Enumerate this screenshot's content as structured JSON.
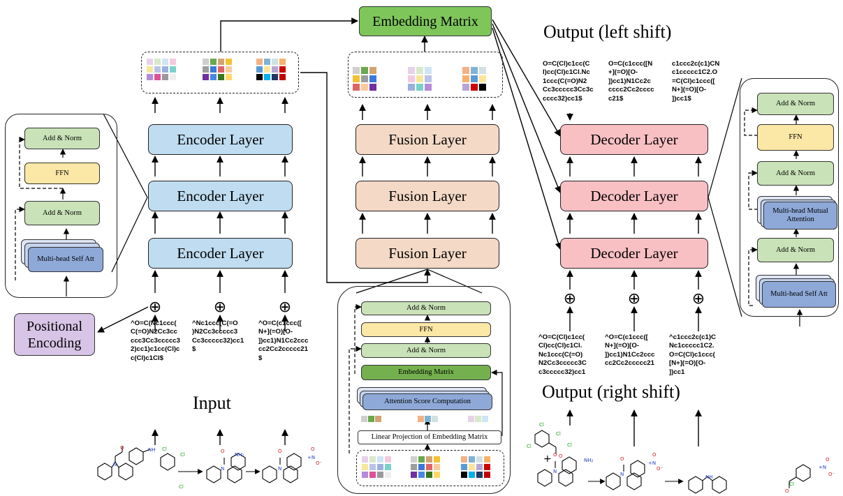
{
  "colors": {
    "encoder": "#bfdcf0",
    "fusion": "#f3d9c6",
    "decoder": "#f9c0c4",
    "add_norm": "#c9e2b8",
    "ffn": "#fbe7a6",
    "attention": "#8ea9d8",
    "embedding": "#7fc65a",
    "positional": "#d8c4e6"
  },
  "embedding_matrix": "Embedding Matrix",
  "labels": {
    "input": "Input",
    "output_left": "Output (left shift)",
    "output_right": "Output (right shift)",
    "positional": "Positional Encoding"
  },
  "encoder": {
    "layer_label": "Encoder Layer",
    "detail": {
      "add_norm_top": "Add & Norm",
      "ffn": "FFN",
      "add_norm_bottom": "Add & Norm",
      "attention": "Multi-head Self Att"
    }
  },
  "fusion": {
    "layer_label": "Fusion Layer",
    "detail": {
      "add_norm_top": "Add & Norm",
      "ffn": "FFN",
      "add_norm_mid": "Add & Norm",
      "embedding": "Embedding Matrix",
      "attention": "Attention Score Computation",
      "projection": "Linear Projection of Embedding Matrix"
    }
  },
  "decoder": {
    "layer_label": "Decoder Layer",
    "detail": {
      "add_norm_1": "Add & Norm",
      "ffn": "FFN",
      "add_norm_2": "Add & Norm",
      "mutual": "Multi-head Mutual Attention",
      "add_norm_3": "Add & Norm",
      "self_att": "Multi-head Self Att"
    }
  },
  "oplus": "⊕",
  "smiles": {
    "input": [
      "^O=C(Nc1ccc(\nC(=O)N2Cc3cc\nccc3Cc3ccccc3\n2)cc1)c1cc(Cl)c\nc(Cl)c1Cl$",
      "^Nc1ccc(C(=O\n)N2Cc3ccccc3\nCc3ccccc32)cc1\n$",
      "^O=C(c1ccc([\nN+](=O)[O-\n])cc1)N1Cc2ccc\ncc2Cc2ccccc21\n$"
    ],
    "output_left": [
      "O=C(Cl)c1cc(C\nl)cc(Cl)c1Cl.Nc\n1ccc(C(=O)N2\nCc3ccccc3Cc3c\ncccc32)cc1$",
      "O=C(c1ccc([N\n+](=O)[O-\n])cc1)N1Cc2c\ncccc2Cc2cccc\nc21$",
      "c1ccc2c(c1)CN\nc1ccccc1C2.O\n=C(Cl)c1ccc([\nN+](=O)[O-\n])cc1$"
    ],
    "output_right": [
      "^O=C(Cl)c1cc(\nCl)cc(Cl)c1Cl.\nNc1ccc(C(=O)\nN2Cc3ccccc3C\nc3ccccc32)cc1",
      "^O=C(c1ccc([\nN+](=O)[O-\n])cc1)N1Cc2ccc\ncc2Cc2ccccc21",
      "^c1ccc2c(c1)C\nNc1ccccc1C2.\nO=C(Cl)c1ccc(\n[N+](=O)[O-\n])cc1"
    ]
  },
  "molecules": {
    "input": [
      {
        "atoms": [
          "O",
          "NH",
          "Cl",
          "Cl",
          "Cl",
          "N"
        ]
      },
      {
        "atoms": [
          "O",
          "NH₂",
          "N"
        ]
      },
      {
        "atoms": [
          "O",
          "N",
          "+N",
          "O",
          "O⁻"
        ]
      }
    ],
    "output": {
      "reagent": [
        "Cl",
        "Cl",
        "Cl",
        "O",
        "Cl"
      ],
      "plus": "+",
      "products": [
        {
          "atoms": [
            "O",
            "NH₂",
            "N"
          ]
        },
        {
          "atoms": [
            "O",
            "N",
            "+N",
            "O",
            "O⁻"
          ]
        },
        {
          "atoms": [
            "NH"
          ]
        },
        {
          "atoms": [
            "Cl",
            "O",
            "+N",
            "O",
            "O⁻"
          ]
        }
      ]
    }
  }
}
